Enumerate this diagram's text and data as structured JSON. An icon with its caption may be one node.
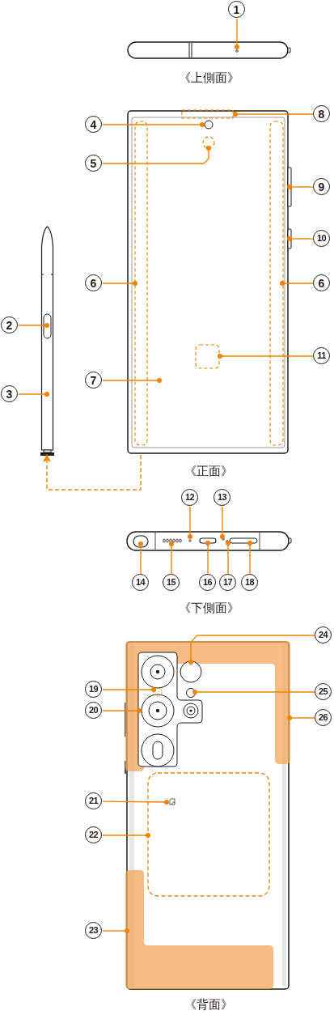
{
  "diagram": {
    "nodes": [
      {
        "text": [
          "1"
        ]
      },
      {
        "text": [
          "4"
        ]
      },
      {
        "text": [
          "8"
        ]
      },
      {
        "text": [
          "5"
        ]
      },
      {
        "text": [
          "9"
        ]
      },
      {
        "text": [
          "10"
        ]
      },
      {
        "text": [
          "6"
        ]
      },
      {
        "text": [
          "6"
        ]
      },
      {
        "text": [
          "2"
        ]
      },
      {
        "text": [
          "11"
        ]
      },
      {
        "text": [
          "7"
        ]
      },
      {
        "text": [
          "3"
        ]
      },
      {
        "text": [
          "12"
        ]
      },
      {
        "text": [
          "13"
        ]
      },
      {
        "text": [
          "14"
        ]
      },
      {
        "text": [
          "15"
        ]
      },
      {
        "text": [
          "16"
        ]
      },
      {
        "text": [
          "17"
        ]
      },
      {
        "text": [
          "18"
        ]
      },
      {
        "text": [
          "24"
        ]
      },
      {
        "text": [
          "19"
        ]
      },
      {
        "text": [
          "25"
        ]
      },
      {
        "text": [
          "20"
        ]
      },
      {
        "text": [
          "26"
        ]
      },
      {
        "text": [
          "21"
        ]
      },
      {
        "text": [
          "22"
        ]
      },
      {
        "text": [
          "23"
        ]
      },
      {
        "text": [],
        "shape": "picture"
      },
      {
        "text": [],
        "shape": "picture"
      }
    ],
    "edges": [
      {
        "from": 0,
        "to": null,
        "arrow": "other"
      },
      {
        "from": 1,
        "to": 28,
        "arrow": "other"
      },
      {
        "from": 2,
        "to": 28,
        "arrow": "other"
      },
      {
        "from": 3,
        "to": 28,
        "arrow": "other"
      },
      {
        "from": 4,
        "to": 28,
        "arrow": "other"
      },
      {
        "from": 5,
        "to": 28,
        "arrow": "other"
      },
      {
        "from": 6,
        "to": 28,
        "arrow": "other"
      },
      {
        "from": 7,
        "to": 28,
        "arrow": "other"
      },
      {
        "from": 8,
        "to": 27,
        "arrow": "other"
      },
      {
        "from": 9,
        "to": 28,
        "arrow": "other"
      },
      {
        "from": 10,
        "to": 28,
        "arrow": "other"
      },
      {
        "from": 11,
        "to": 27,
        "arrow": "other"
      },
      {
        "from": 12,
        "to": null,
        "arrow": "other"
      },
      {
        "from": 13,
        "to": null,
        "arrow": "other"
      },
      {
        "from": 14,
        "to": null,
        "arrow": "other"
      },
      {
        "from": 15,
        "to": null,
        "arrow": "other"
      },
      {
        "from": 16,
        "to": null,
        "arrow": "other"
      },
      {
        "from": 17,
        "to": null,
        "arrow": "other"
      },
      {
        "from": 18,
        "to": null,
        "arrow": "other"
      },
      {
        "from": 19,
        "to": null,
        "arrow": "other"
      },
      {
        "from": 20,
        "to": null,
        "arrow": "other"
      },
      {
        "from": 21,
        "to": null,
        "arrow": "other"
      },
      {
        "from": 22,
        "to": null,
        "arrow": "other"
      },
      {
        "from": 23,
        "to": null,
        "arrow": "other"
      },
      {
        "from": 24,
        "to": null,
        "arrow": "other"
      },
      {
        "from": 25,
        "to": null,
        "arrow": "other"
      },
      {
        "from": 26,
        "to": null,
        "arrow": "other"
      },
      {
        "from": 28,
        "to": 27,
        "arrow": "to",
        "style": "dashed"
      }
    ],
    "labels": [
      "《上側面》",
      "《正面》",
      "《下側面》",
      "《背面》"
    ]
  }
}
